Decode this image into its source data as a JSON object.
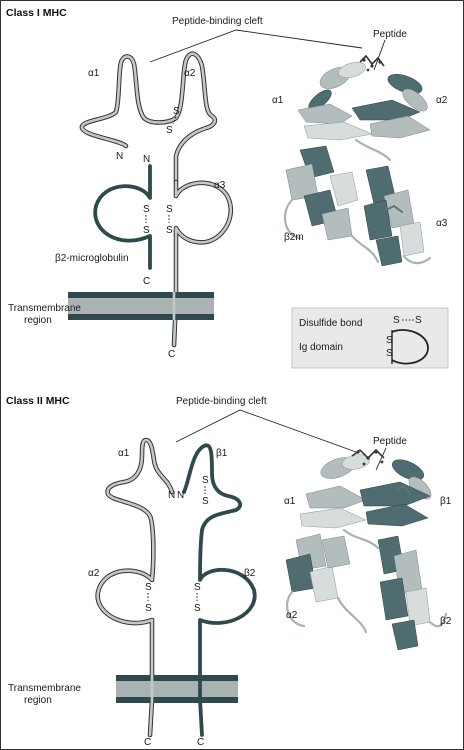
{
  "class1": {
    "title": "Class I MHC",
    "cleft_label": "Peptide-binding cleft",
    "peptide_label": "Peptide",
    "alpha1": "α1",
    "alpha2": "α2",
    "alpha3": "α3",
    "n_terminus": "N",
    "c_terminus": "C",
    "disulfide_s": "S",
    "b2m_label": "β2-microglobulin",
    "b2m_short": "β2m",
    "tm_line1": "Transmembrane",
    "tm_line2": "region"
  },
  "legend": {
    "disulfide_label": "Disulfide bond",
    "ig_label": "Ig domain",
    "s_symbol": "S",
    "bg_color": "#e8eaea"
  },
  "class2": {
    "title": "Class II MHC",
    "cleft_label": "Peptide-binding cleft",
    "peptide_label": "Peptide",
    "alpha1": "α1",
    "alpha2": "α2",
    "beta1": "β1",
    "beta2": "β2",
    "n_terminus": "N",
    "c_terminus": "C",
    "disulfide_s": "S",
    "tm_line1": "Transmembrane",
    "tm_line2": "region"
  },
  "colors": {
    "light_chain": "#c3c8c8",
    "dark_chain": "#2e4a4d",
    "membrane_dark": "#2e4a4d",
    "membrane_light": "#aab3b4"
  }
}
